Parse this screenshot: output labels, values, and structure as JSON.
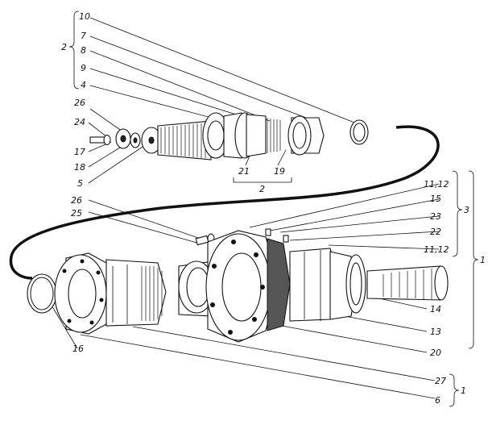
{
  "callouts": [
    {
      "id": "c10",
      "text": "10"
    },
    {
      "id": "c7",
      "text": "7"
    },
    {
      "id": "c8",
      "text": "8"
    },
    {
      "id": "c9",
      "text": "9"
    },
    {
      "id": "c4",
      "text": "4"
    },
    {
      "id": "c26a",
      "text": "26"
    },
    {
      "id": "c24",
      "text": "24"
    },
    {
      "id": "c17",
      "text": "17"
    },
    {
      "id": "c18",
      "text": "18"
    },
    {
      "id": "c5",
      "text": "5"
    },
    {
      "id": "c21",
      "text": "21"
    },
    {
      "id": "c19",
      "text": "19"
    },
    {
      "id": "c2b",
      "text": "2"
    },
    {
      "id": "c2a",
      "text": "2"
    },
    {
      "id": "c1112a",
      "text": "11,12"
    },
    {
      "id": "c15",
      "text": "15"
    },
    {
      "id": "c26b",
      "text": "26"
    },
    {
      "id": "c25",
      "text": "25"
    },
    {
      "id": "c23",
      "text": "23"
    },
    {
      "id": "c22",
      "text": "22"
    },
    {
      "id": "c1112b",
      "text": "11,12"
    },
    {
      "id": "c3",
      "text": "3"
    },
    {
      "id": "c1a",
      "text": "1"
    },
    {
      "id": "c14",
      "text": "14"
    },
    {
      "id": "c13",
      "text": "13"
    },
    {
      "id": "c20",
      "text": "20"
    },
    {
      "id": "c16",
      "text": "16"
    },
    {
      "id": "c27",
      "text": "27"
    },
    {
      "id": "c6",
      "text": "6"
    },
    {
      "id": "c1b",
      "text": "1"
    }
  ]
}
